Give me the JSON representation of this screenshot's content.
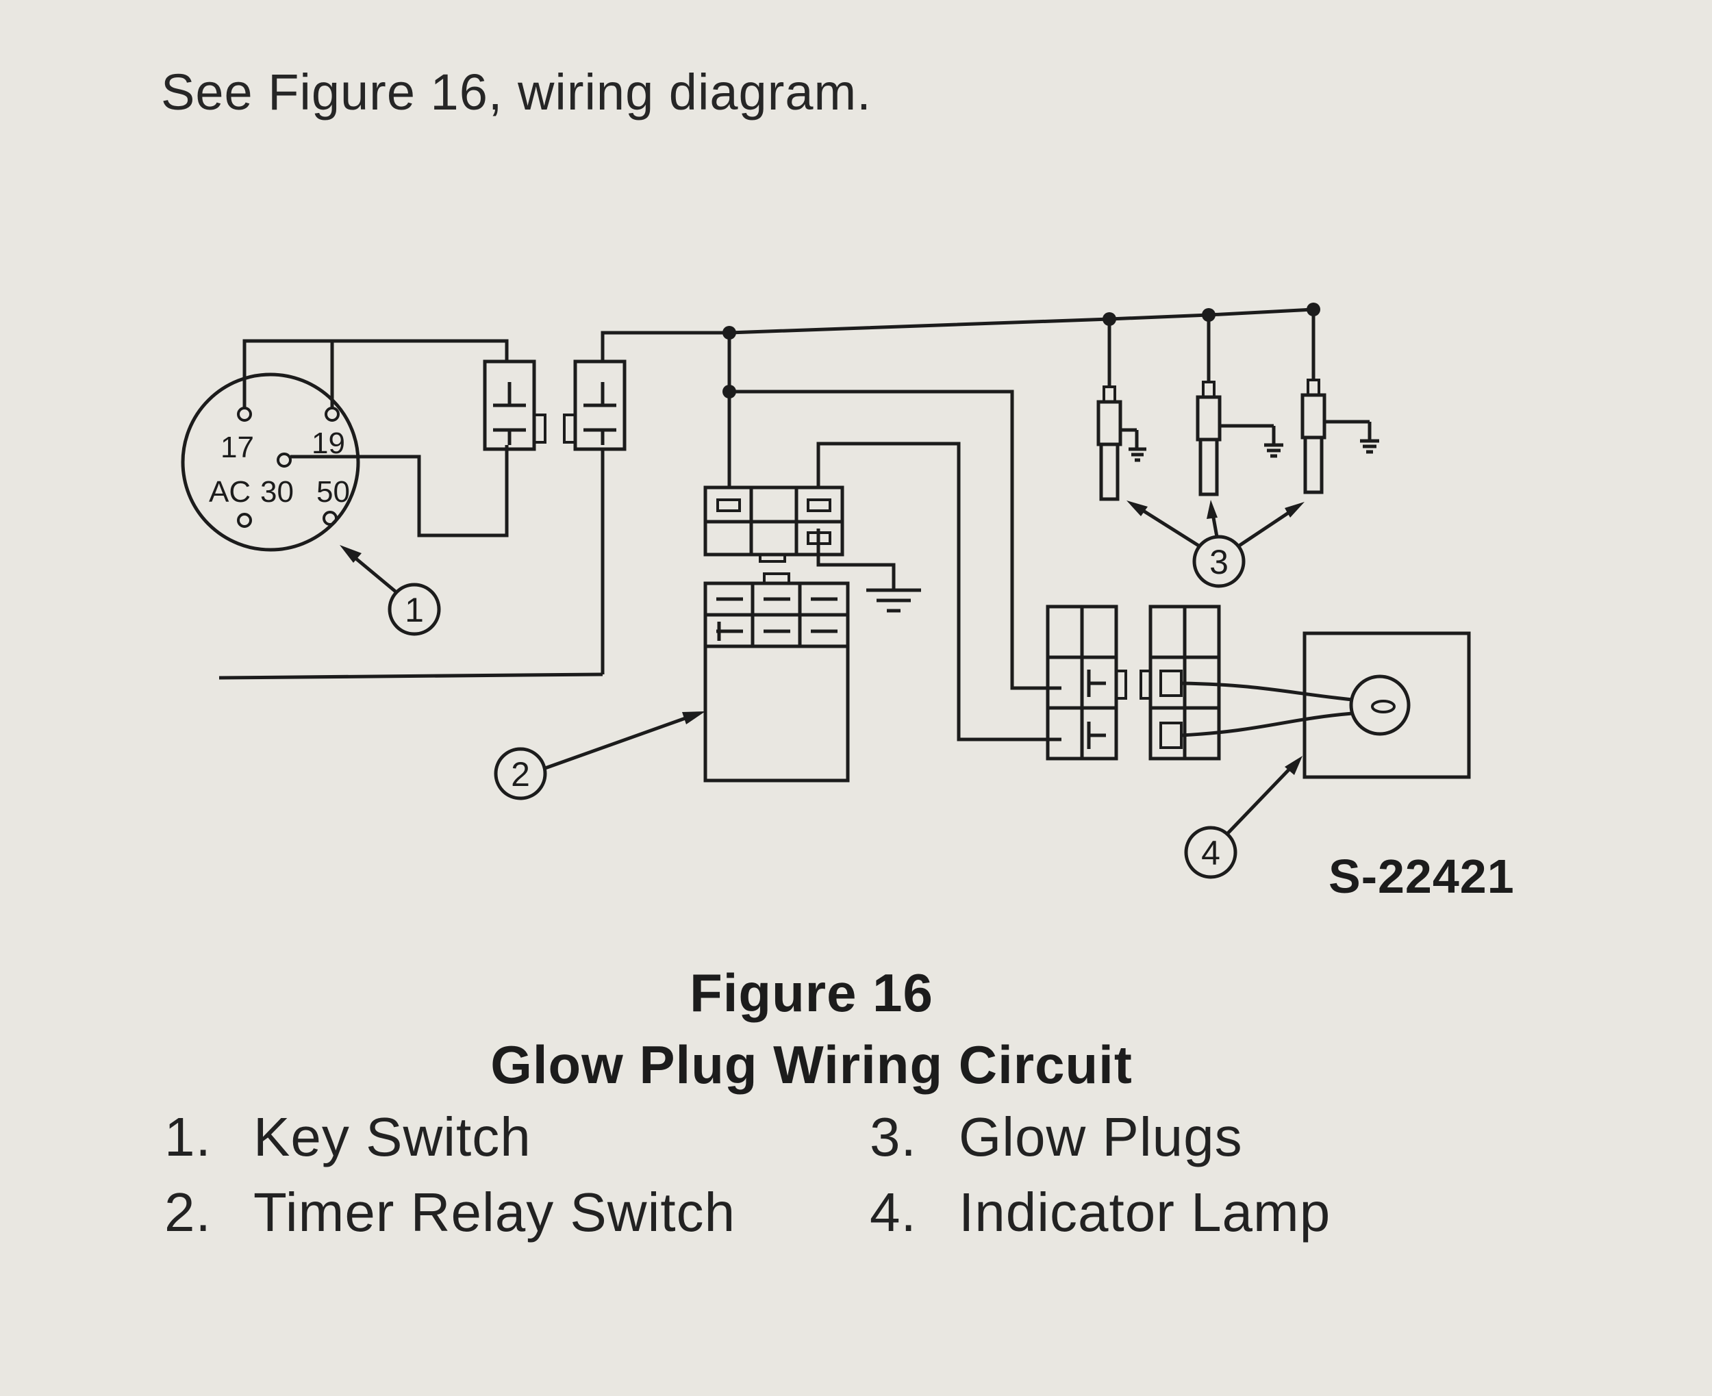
{
  "intro_text": "See Figure 16, wiring diagram.",
  "key_switch_terminals": {
    "t17": "17",
    "t19": "19",
    "tac": "AC",
    "t30": "30",
    "t50": "50"
  },
  "callouts": {
    "c1": "1",
    "c2": "2",
    "c3": "3",
    "c4": "4"
  },
  "drawing_code": "S-22421",
  "figure": {
    "number": "Figure 16",
    "title": "Glow Plug Wiring Circuit"
  },
  "legend": [
    {
      "num": "1.",
      "label": "Key Switch"
    },
    {
      "num": "2.",
      "label": "Timer Relay Switch"
    },
    {
      "num": "3.",
      "label": "Glow Plugs"
    },
    {
      "num": "4.",
      "label": "Indicator Lamp"
    }
  ],
  "colors": {
    "paper": "#e9e7e1",
    "ink": "#1c1c1c"
  }
}
